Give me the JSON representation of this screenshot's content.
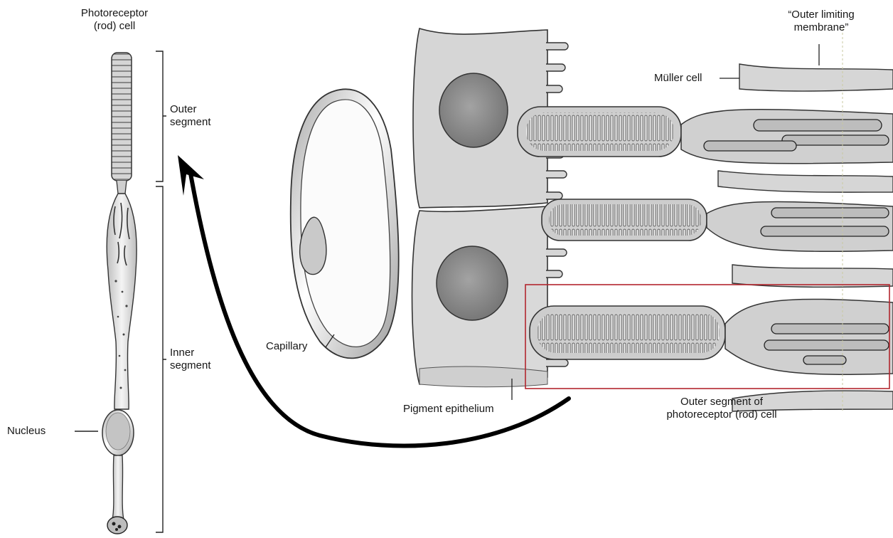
{
  "labels": {
    "photoreceptor_line1": "Photoreceptor",
    "photoreceptor_line2": "(rod) cell",
    "outer_segment_line1": "Outer",
    "outer_segment_line2": "segment",
    "inner_segment_line1": "Inner",
    "inner_segment_line2": "segment",
    "nucleus": "Nucleus",
    "capillary": "Capillary",
    "pigment_epithelium": "Pigment epithelium",
    "muller_cell": "Müller cell",
    "outer_limiting_line1": "“Outer limiting",
    "outer_limiting_line2": "membrane”",
    "rod_outer_segment_line1": "Outer segment of",
    "rod_outer_segment_line2": "photoreceptor (rod) cell"
  },
  "colors": {
    "highlight_box": "#b3262e",
    "cell_fill": "#dcdcdc",
    "cell_dark": "#9a9a9a",
    "nucleus_fill": "#8f8f8f",
    "arrow": "#000000"
  }
}
